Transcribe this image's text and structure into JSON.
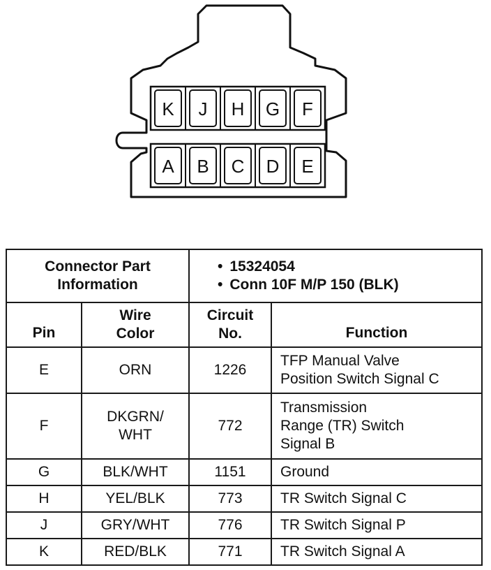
{
  "connector": {
    "top_row_pins": [
      "K",
      "J",
      "H",
      "G",
      "F"
    ],
    "bottom_row_pins": [
      "A",
      "B",
      "C",
      "D",
      "E"
    ]
  },
  "table": {
    "part_info_label": "Connector Part\nInformation",
    "part_info_values": [
      "15324054",
      "Conn 10F M/P 150 (BLK)"
    ],
    "headers": {
      "pin": "Pin",
      "wire_color": "Wire\nColor",
      "circuit_no": "Circuit\nNo.",
      "function": "Function"
    },
    "rows": [
      {
        "pin": "E",
        "wire_color": "ORN",
        "circuit": "1226",
        "function": "TFP Manual Valve\nPosition Switch Signal C"
      },
      {
        "pin": "F",
        "wire_color": "DKGRN/\nWHT",
        "circuit": "772",
        "function": "Transmission\nRange (TR) Switch\nSignal B"
      },
      {
        "pin": "G",
        "wire_color": "BLK/WHT",
        "circuit": "1151",
        "function": "Ground"
      },
      {
        "pin": "H",
        "wire_color": "YEL/BLK",
        "circuit": "773",
        "function": "TR Switch Signal C"
      },
      {
        "pin": "J",
        "wire_color": "GRY/WHT",
        "circuit": "776",
        "function": "TR Switch Signal P"
      },
      {
        "pin": "K",
        "wire_color": "RED/BLK",
        "circuit": "771",
        "function": "TR Switch Signal A"
      }
    ]
  }
}
